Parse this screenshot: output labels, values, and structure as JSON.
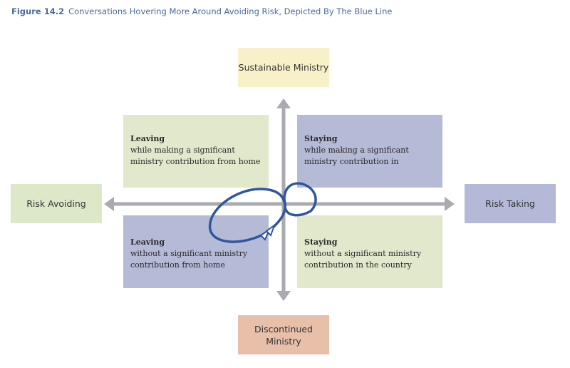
{
  "figure": {
    "label": "Figure 14.2",
    "caption": "Conversations Hovering More Around Avoiding Risk, Depicted By The Blue Line"
  },
  "poles": {
    "top": "Sustainable Ministry",
    "left": "Risk Avoiding",
    "right": "Risk Taking",
    "bottom": "Discontinued Ministry"
  },
  "quadrants": {
    "top_left": {
      "heading": "Leaving",
      "text": "while making a significant ministry contribution from home"
    },
    "top_right": {
      "heading": "Staying",
      "text": "while making a significant ministry contribution in"
    },
    "bottom_left": {
      "heading": "Leaving",
      "text": "without a significant ministry contribution from home"
    },
    "bottom_right": {
      "heading": "Staying",
      "text": "without a significant ministry contribution in the country"
    }
  },
  "colors": {
    "line": "#2f57a0",
    "axis": "#a9abb0",
    "title": "#4a6a98"
  }
}
